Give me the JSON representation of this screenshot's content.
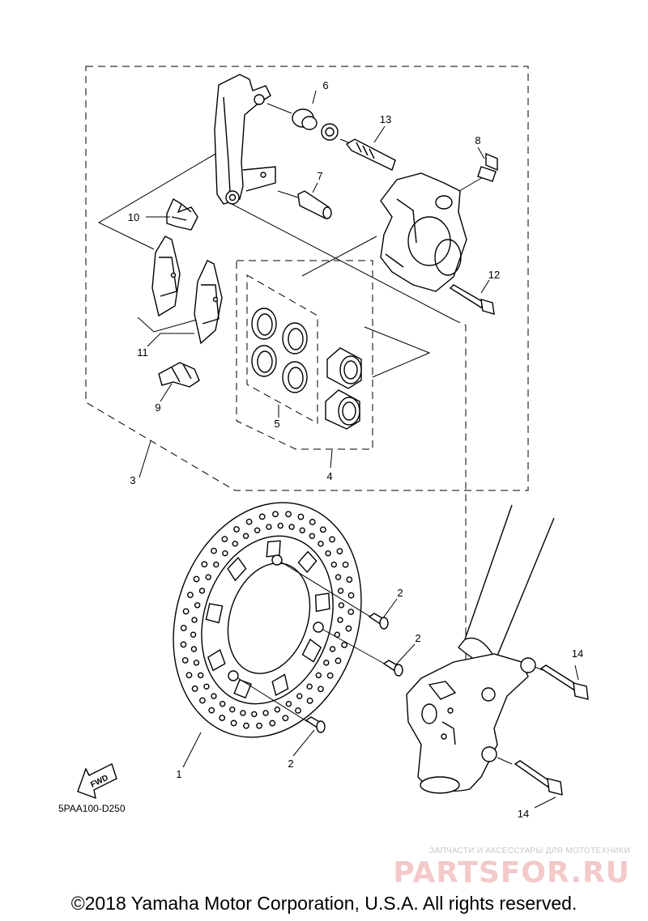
{
  "callouts": {
    "c1": "1",
    "c2a": "2",
    "c2b": "2",
    "c2c": "2",
    "c3": "3",
    "c4": "4",
    "c5": "5",
    "c6": "6",
    "c7": "7",
    "c8": "8",
    "c9": "9",
    "c10": "10",
    "c11": "11",
    "c12": "12",
    "c13": "13",
    "c14a": "14",
    "c14b": "14"
  },
  "fwd_label": "FWD",
  "diagram_code": "5PAA100-D250",
  "watermark": {
    "tagline": "ЗАПЧАСТИ И АКСЕССУАРЫ ДЛЯ МОТОТЕХНИКИ",
    "logo": "PARTSFOR.RU"
  },
  "copyright": "©2018 Yamaha Motor Corporation, U.S.A. All rights reserved."
}
